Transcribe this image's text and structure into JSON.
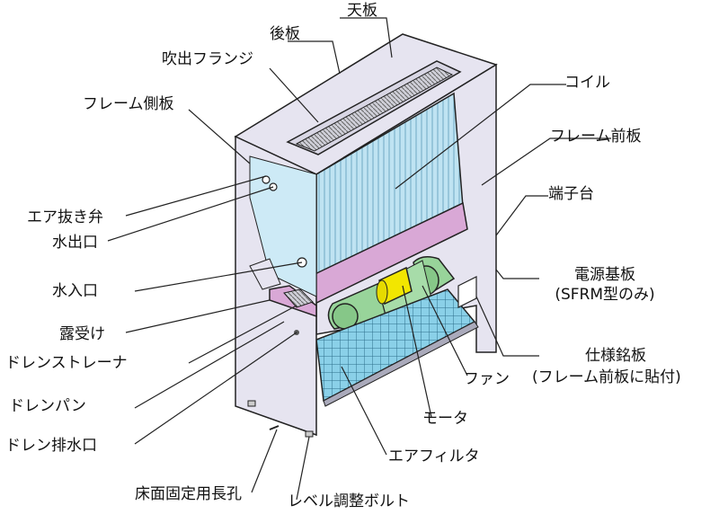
{
  "labels": {
    "tenban": "天板",
    "kouban": "後板",
    "fukidashi_flange": "吹出フランジ",
    "frame_sokuban": "フレーム側板",
    "air_nukiben": "エア抜き弁",
    "mizu_deguchi": "水出口",
    "mizu_iriguchi": "水入口",
    "tsuyu_uke": "露受け",
    "drain_strainer": "ドレンストレーナ",
    "drain_pan": "ドレンパン",
    "drain_haisuiguchi": "ドレン排水口",
    "yuka_kotei": "床面固定用長孔",
    "level_bolt": "レベル調整ボルト",
    "coil": "コイル",
    "frame_zenban": "フレーム前板",
    "tanshidai": "端子台",
    "dengen_kiban": "電源基板",
    "dengen_kiban_note": "(SFRM型のみ)",
    "shiyou_meiban": "仕様銘板",
    "shiyou_meiban_note": "(フレーム前板に貼付)",
    "fan": "ファン",
    "motor": "モータ",
    "air_filter": "エアフィルタ"
  },
  "colors": {
    "panel": "#e6e4f0",
    "coil": "#bfe3f2",
    "band": "#d9a8d6",
    "fan": "#98d49a",
    "motor": "#f2e600",
    "filter": "#7fc9e3",
    "outline": "#222222"
  }
}
